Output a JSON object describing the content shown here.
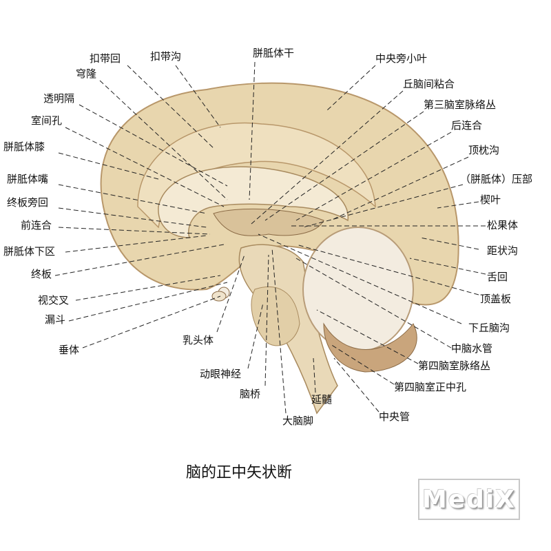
{
  "title": "脑的正中矢状断",
  "watermark": "MediX",
  "labels": {
    "cingulate_gyrus": "扣带回",
    "cingulate_sulcus": "扣带沟",
    "corpus_callosum_trunk": "胼胝体干",
    "paracentral_lobule": "中央旁小叶",
    "fornix": "穹隆",
    "interthalamic_adhesion": "丘脑间粘合",
    "septum_pellucidum": "透明隔",
    "third_ventricle_choroid_plexus": "第三脑室脉络丛",
    "interventricular_foramen": "室间孔",
    "posterior_commissure": "后连合",
    "genu": "胼胝体膝",
    "parieto_occipital_sulcus": "顶枕沟",
    "rostrum": "胼胝体嘴",
    "splenium": "（胼胝体）压部",
    "paraterminal_gyrus": "终板旁回",
    "cuneus": "楔叶",
    "anterior_commissure": "前连合",
    "pineal_body": "松果体",
    "subcallosal_area": "胼胝体下区",
    "calcarine_sulcus": "距状沟",
    "lamina_terminalis": "终板",
    "lingual_gyrus": "舌回",
    "optic_chiasm": "视交叉",
    "tectal_plate": "顶盖板",
    "infundibulum": "漏斗",
    "hypothalamic_sulcus": "下丘脑沟",
    "hypophysis": "垂体",
    "cerebral_aqueduct": "中脑水管",
    "mammillary_body": "乳头体",
    "fourth_ventricle_choroid_plexus": "第四脑室脉络丛",
    "oculomotor_nerve": "动眼神经",
    "median_aperture": "第四脑室正中孔",
    "pons": "脑桥",
    "medulla": "延髓",
    "central_canal": "中央管",
    "cerebral_peduncle": "大脑脚"
  },
  "colors": {
    "cortex": "#e8d6ae",
    "cortex_shade": "#c9ad7e",
    "cerebellum": "#f3ece0",
    "stem": "#e9d9b8"
  }
}
